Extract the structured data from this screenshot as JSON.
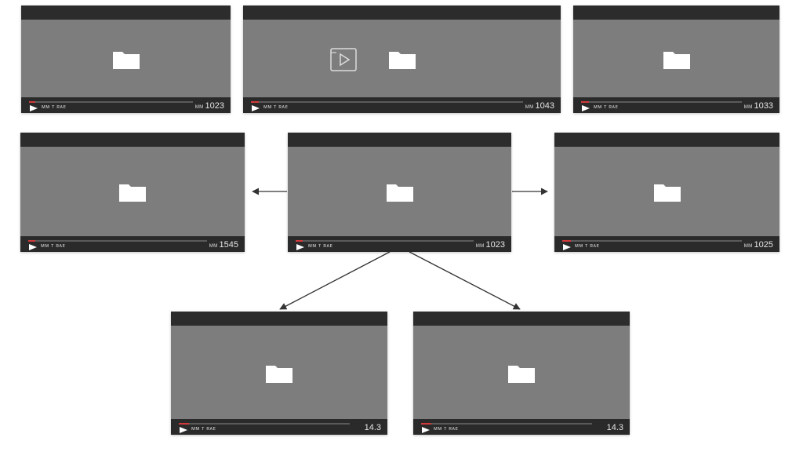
{
  "players": [
    {
      "id": "p1",
      "caption": "ᴍᴍ ᴛ ʀᴀᴇ",
      "time_prefix": "ᴍᴍ",
      "time": "1023",
      "progress": 0.04,
      "has_play_icon": false
    },
    {
      "id": "p2",
      "caption": "ᴍᴍ ᴛ ʀᴀᴇ",
      "time_prefix": "ᴍᴍ",
      "time": "1043",
      "progress": 0.03,
      "has_play_icon": true
    },
    {
      "id": "p3",
      "caption": "ᴍᴍ ᴛ ʀᴀᴇ",
      "time_prefix": "ᴍᴍ",
      "time": "1033",
      "progress": 0.05,
      "has_play_icon": false
    },
    {
      "id": "p4",
      "caption": "ᴍᴍ ᴛ ʀᴀᴇ",
      "time_prefix": "ᴍᴍ",
      "time": "1545",
      "progress": 0.04,
      "has_play_icon": false
    },
    {
      "id": "p5",
      "caption": "ᴍᴍ ᴛ ʀᴀᴇ",
      "time_prefix": "ᴍᴍ",
      "time": "1023",
      "progress": 0.04,
      "has_play_icon": false
    },
    {
      "id": "p6",
      "caption": "ᴍᴍ ᴛ ʀᴀᴇ",
      "time_prefix": "ᴍᴍ",
      "time": "1025",
      "progress": 0.05,
      "has_play_icon": false
    },
    {
      "id": "p7",
      "caption": "ᴍᴍ ᴛ ʀᴀᴇ",
      "time_prefix": "",
      "time": "14.3",
      "progress": 0.06,
      "has_play_icon": false
    },
    {
      "id": "p8",
      "caption": "ᴍᴍ ᴛ ʀᴀᴇ",
      "time_prefix": "",
      "time": "14.3",
      "progress": 0.06,
      "has_play_icon": false
    }
  ],
  "icons": {
    "center": "folder-icon",
    "controls": "play-icon",
    "thumbnail": "video-play-icon"
  },
  "edges": [
    {
      "from": "p5",
      "to": "p4",
      "direction": "left"
    },
    {
      "from": "p5",
      "to": "p6",
      "direction": "right"
    },
    {
      "from": "p5",
      "to": "p7",
      "direction": "down-left"
    },
    {
      "from": "p5",
      "to": "p8",
      "direction": "down-right"
    }
  ],
  "colors": {
    "background": "#ffffff",
    "player": "#7d7d7d",
    "bar": "#2c2c2c",
    "progress_fill": "#d23a3a",
    "arrow": "#333333"
  }
}
